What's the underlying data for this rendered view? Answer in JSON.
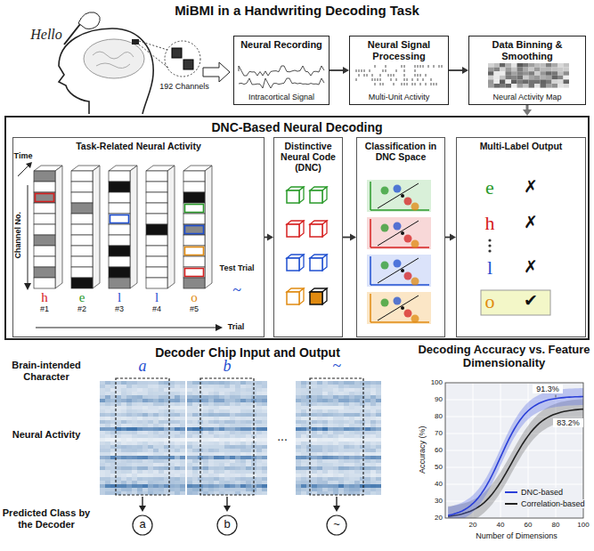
{
  "diagram": {
    "title": "MiBMI in a Handwriting Decoding Task",
    "nodes": [
      {
        "text": [
          "Neural Recording",
          "Intracortical Signal"
        ]
      },
      {
        "text": [
          "Neural Signal Processing",
          "Multi-Unit Activity"
        ]
      },
      {
        "text": [
          "Data Binning & Smoothing",
          "Neural Activity Map"
        ]
      },
      {
        "text": [
          "DNC-Based Neural Decoding"
        ]
      },
      {
        "text": [
          "Task-Related Neural Activity"
        ],
        "in": 3
      },
      {
        "text": [
          "Distinctive Neural Code (DNC)"
        ],
        "in": 3
      },
      {
        "text": [
          "Classification in DNC Space"
        ],
        "in": 3
      },
      {
        "text": [
          "Multi-Label Output"
        ],
        "in": 3
      }
    ],
    "edges": [
      {
        "from": 0,
        "to": 1,
        "arrow": "to"
      },
      {
        "from": 1,
        "to": 2,
        "arrow": "to"
      },
      {
        "from": 2,
        "to": 3,
        "arrow": "to"
      },
      {
        "from": 4,
        "to": 5,
        "arrow": "to"
      },
      {
        "from": 5,
        "to": 6,
        "arrow": "to"
      },
      {
        "from": 6,
        "to": 7,
        "arrow": "to"
      }
    ],
    "labels": [
      "Hello",
      "192 Channels",
      "Time",
      "Channel No.",
      "Trial",
      "h",
      "e",
      "l",
      "l",
      "o",
      "#1",
      "#2",
      "#3",
      "#4",
      "#5",
      "Test Trial",
      "~",
      "e",
      "✗",
      "h",
      "✗",
      "l",
      "✗",
      "o",
      "✔",
      "Decoder Chip Input and Output",
      "Brain-intended Character",
      "Neural Activity",
      "Predicted Class by the Decoder",
      "a",
      "b",
      "~",
      "...",
      "a",
      "b",
      "~",
      "Decoding Accuracy vs. Feature Dimensionality",
      "Accuracy (%)",
      "Number of Dimensions",
      "100",
      "90",
      "80",
      "70",
      "60",
      "50",
      "40",
      "30",
      "20",
      "20",
      "40",
      "60",
      "80",
      "100",
      "91.3%",
      "83.2%"
    ],
    "legend": [
      {
        "text": "DNC-based"
      },
      {
        "text": "Correlation-based"
      }
    ]
  }
}
